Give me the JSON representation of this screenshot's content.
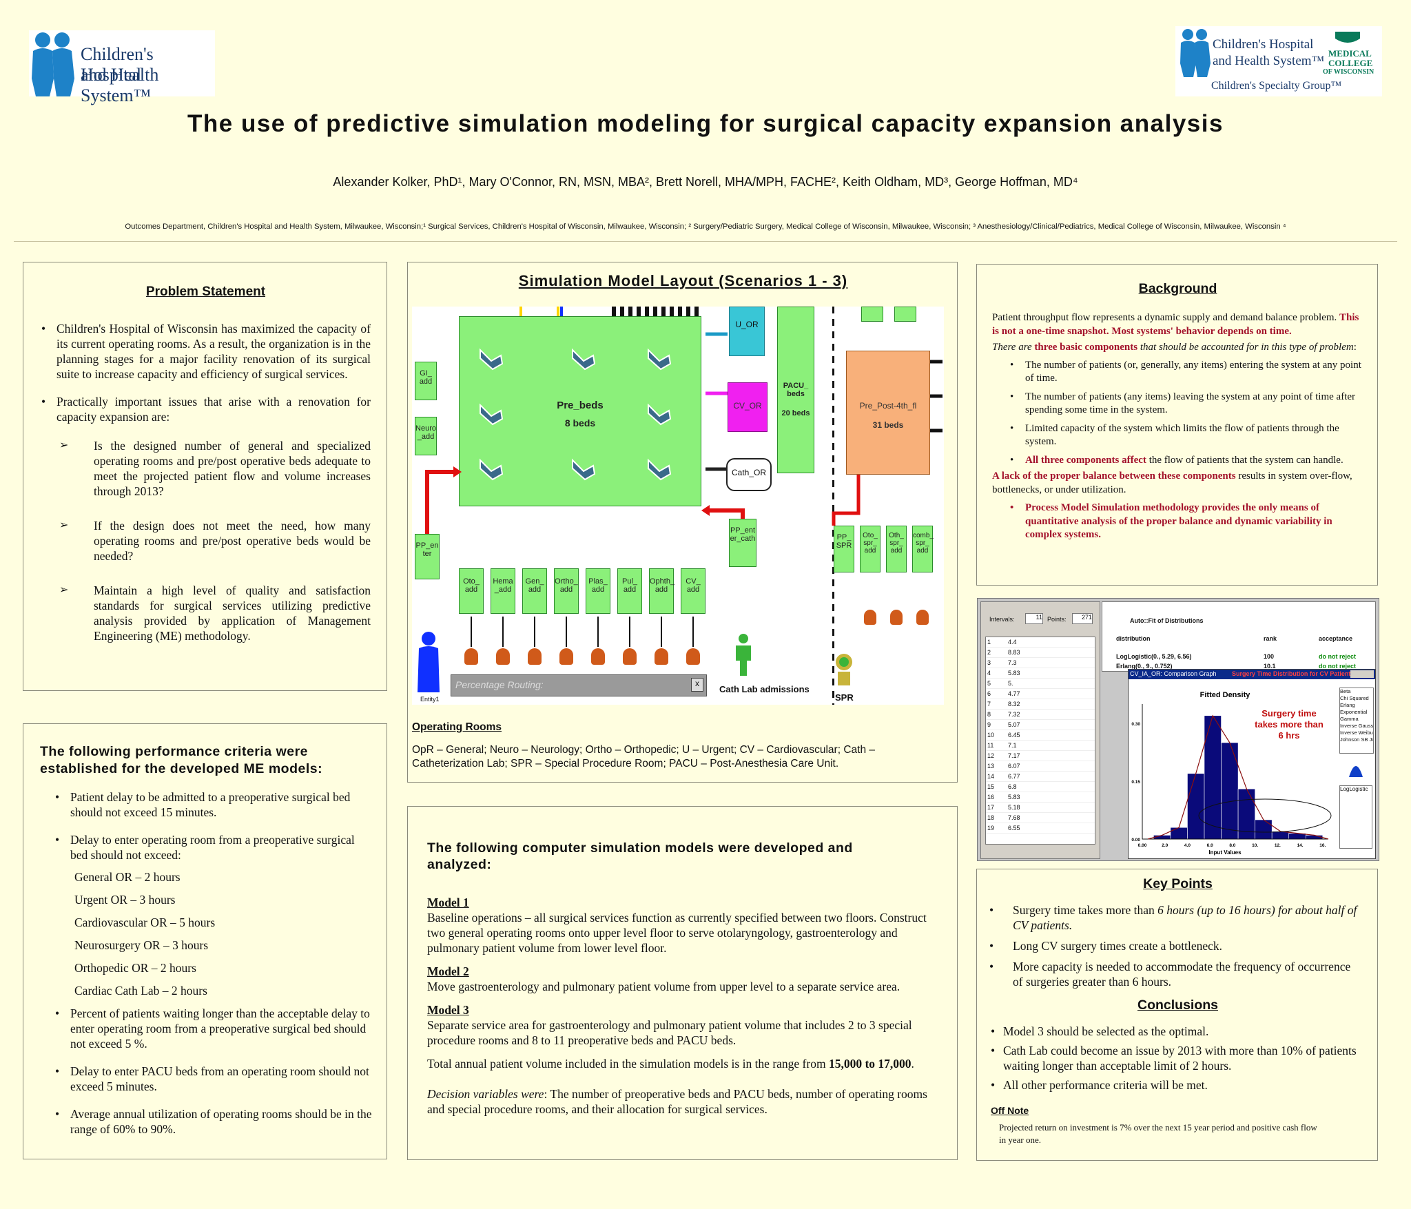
{
  "logo_left": {
    "line1": "Children's Hospital",
    "line2": "and Health System™"
  },
  "logo_right": {
    "line1": "Children's Hospital",
    "line2": "and Health System™",
    "mcw1": "MEDICAL",
    "mcw2": "COLLEGE",
    "mcw3": "OF WISCONSIN",
    "group": "Children's Specialty Group™"
  },
  "title": "The use of predictive simulation modeling for surgical capacity expansion analysis",
  "authors": "Alexander Kolker, PhD¹, Mary O'Connor, RN, MSN, MBA², Brett Norell, MHA/MPH, FACHE², Keith Oldham, MD³, George Hoffman, MD⁴",
  "affiliations": "Outcomes Department, Children's Hospital and Health System, Milwaukee, Wisconsin;¹ Surgical Services, Children's Hospital of Wisconsin, Milwaukee, Wisconsin; ² Surgery/Pediatric Surgery, Medical College of Wisconsin,  Milwaukee, Wisconsin; ³ Anesthesiology/Clinical/Pediatrics, Medical College of Wisconsin, Milwaukee, Wisconsin ⁴",
  "problem": {
    "heading": "Problem Statement",
    "b1": "Children's Hospital of Wisconsin has maximized the capacity of its current operating rooms. As a result, the organization is in the planning stages for a major facility renovation of its surgical suite to increase capacity and efficiency of surgical services.",
    "b2": "Practically important issues that arise with a renovation for capacity expansion are:",
    "s1": "Is the designed number of general and specialized operating rooms and pre/post operative beds adequate to meet the projected patient flow and volume increases through 2013?",
    "s2": "If the design does not meet the need, how many operating rooms and pre/post operative beds would be needed?",
    "s3": "Maintain a high level of quality and satisfaction standards for surgical services utilizing predictive analysis provided by application of Management Engineering (ME) methodology."
  },
  "criteria": {
    "heading": "The following performance criteria were established for the developed ME models:",
    "c1": "Patient delay to be admitted to a preoperative surgical bed should not exceed 15 minutes.",
    "c2": "Delay to enter operating room from a preoperative surgical bed should not exceed:",
    "limits": [
      "General OR – 2 hours",
      "Urgent OR – 3 hours",
      "Cardiovascular OR – 5 hours",
      "Neurosurgery OR – 3 hours",
      "Orthopedic OR – 2 hours",
      "Cardiac Cath Lab – 2 hours"
    ],
    "c3": "Percent of patients waiting longer than the acceptable delay to enter operating room from a preoperative surgical bed should not exceed 5 %.",
    "c4": "Delay to enter PACU beds from an operating room should not exceed 5 minutes.",
    "c5": "Average annual utilization of operating rooms should be in the range of 60% to 90%."
  },
  "layout": {
    "heading": "Simulation Model Layout (Scenarios 1 - 3)",
    "pre_beds": "Pre_beds",
    "pre_beds_n": "8 beds",
    "u_or": "U_OR",
    "cv_or": "CV_OR",
    "cath_or": "Cath_OR",
    "pacu": "PACU_ beds",
    "pacu_n": "20 beds",
    "prepost": "Pre_Post-4th_fl",
    "prepost_n": "31 beds",
    "gi": "GI_ add",
    "neuro": "Neuro _add",
    "pp_enter": "PP_en ter",
    "pp_cath": "PP_ent er_cath",
    "pp_spr": "PP_ SPR",
    "adds": [
      "Oto_ add",
      "Hema _add",
      "Gen_ add",
      "Ortho_ add",
      "Plas_ add",
      "Pul_ add",
      "Ophth_ add",
      "CV_ add"
    ],
    "adds_right": [
      "Oto_ spr_ add",
      "Oth_ spr_ add",
      "comb_ spr_ add"
    ],
    "routing": "Percentage Routing:",
    "routing_close": "x",
    "entity": "Entity1",
    "cath_adm": "Cath Lab admissions",
    "spr": "SPR",
    "or_label": "Operating Rooms",
    "or_legend": "OpR – General; Neuro – Neurology; Ortho – Orthopedic; U – Urgent; CV – Cardiovascular; Cath – Catheterization Lab; SPR – Special Procedure Room; PACU – Post-Anesthesia Care Unit."
  },
  "models": {
    "heading": "The following computer simulation models were developed and analyzed:",
    "m1t": "Model 1",
    "m1": "Baseline operations – all surgical services function as currently specified between two floors.  Construct two general operating rooms onto upper level floor to serve otolaryngology, gastroenterology and pulmonary patient volume from lower level floor.",
    "m2t": "Model 2",
    "m2": "Move gastroenterology and pulmonary patient volume from upper level to a separate service area.",
    "m3t": "Model 3",
    "m3": "Separate service area for gastroenterology and pulmonary patient volume that includes 2 to 3 special procedure rooms and 8 to 11 preoperative beds and PACU beds.",
    "total_pre": "Total annual patient volume included in the simulation models is in the range from",
    "total_val": "15,000 to 17,000",
    "total_end": ".",
    "dv_label": "Decision variables were",
    "dv": ":  The number of preoperative beds and PACU beds, number of operating rooms and special procedure rooms, and their allocation for surgical services."
  },
  "background": {
    "heading": "Background",
    "p1a": "Patient throughput flow represents a dynamic supply and demand balance problem. ",
    "p1b": "This is not a one-time snapshot. Most systems' behavior depends on time.",
    "p2a": "There are ",
    "p2b": "three basic components",
    "p2c": " that should be accounted for in this type of problem",
    "p2d": ":",
    "b1": "The number of patients (or, generally, any items) entering the system at any point of time.",
    "b2": "The number of patients (any items) leaving the system at any point of time after spending some time in the system.",
    "b3": "Limited capacity of the system which limits the flow of patients through the system.",
    "b4a": "All three components affect",
    "b4b": " the flow of patients that the system can handle.",
    "p3a": "A lack of the proper balance between these components",
    "p3b": " results in system over-flow, bottlenecks, or under utilization.",
    "b5": "Process Model Simulation methodology provides the only means of quantitative analysis of the proper balance and dynamic variability in complex systems."
  },
  "stat": {
    "intervals_label": "Intervals:",
    "intervals": "11",
    "points_label": "Points:",
    "points": "271",
    "auto": "Auto::Fit of Distributions",
    "col1": "distribution",
    "col2": "rank",
    "col3": "acceptance",
    "r1": [
      "LogLogistic(0., 5.29, 6.56)",
      "100",
      "do not reject"
    ],
    "r2": [
      "Erlang(0., 9., 0.752)",
      "10.1",
      "do not reject"
    ],
    "list_idx": [
      "1",
      "2",
      "3",
      "4",
      "5",
      "6",
      "7",
      "8",
      "9",
      "10",
      "11",
      "12",
      "13",
      "14",
      "15",
      "16",
      "17",
      "18",
      "19"
    ],
    "list_val": [
      "4.4",
      "8.83",
      "7.3",
      "5.83",
      "5.",
      "4.77",
      "8.32",
      "7.32",
      "5.07",
      "6.45",
      "7.1",
      "7.17",
      "6.07",
      "6.77",
      "6.8",
      "5.83",
      "5.18",
      "7.68",
      "6.55"
    ],
    "graph_tab": "CV_IA_OR: Comparison Graph",
    "graph_tab2": "Surgery Time Distribution for CV Patients",
    "graph_title": "Fitted Density",
    "annot": "Surgery time takes more than 6 hrs",
    "dists": [
      "Beta",
      "Chi Squared",
      "Erlang",
      "Exponential",
      "Gamma",
      "Inverse Gaussian",
      "Inverse Weibull",
      "Johnson SB Joo Lf"
    ],
    "sel": "LogLogistic"
  },
  "chart_data": {
    "type": "bar",
    "title": "Fitted Density",
    "xlabel": "Input Values",
    "ylabel": "",
    "x_ticks": [
      "0.00",
      "2.0",
      "4.0",
      "6.0",
      "8.0",
      "10.",
      "12.",
      "14.",
      "16."
    ],
    "y_ticks": [
      "0.00",
      "0.15",
      "0.30"
    ],
    "bin_edges": [
      1.0,
      2.5,
      4.0,
      5.5,
      7.0,
      8.5,
      10.0,
      11.5,
      13.0,
      14.5,
      16.0
    ],
    "values": [
      0.01,
      0.03,
      0.17,
      0.32,
      0.25,
      0.13,
      0.05,
      0.02,
      0.015,
      0.01
    ],
    "ylim": [
      0,
      0.35
    ],
    "xlim": [
      0,
      16.5
    ],
    "fitted_curve": "LogLogistic",
    "bar_color": "#0a0a7a",
    "curve_color": "#8a1010"
  },
  "key": {
    "heading": "Key Points",
    "k1a": "Surgery time takes more than ",
    "k1b": "6 hours (up to 16 hours) for about half of CV patients.",
    "k2": "Long CV surgery times create a bottleneck.",
    "k3": "More capacity is needed to accommodate the frequency of occurrence of surgeries greater than 6 hours."
  },
  "conclusions": {
    "heading": "Conclusions",
    "c1": "Model  3 should be selected as the optimal.",
    "c2": "Cath Lab could become an issue by 2013 with more than 10% of patients waiting longer than acceptable limit of 2 hours.",
    "c3": "All other performance criteria will be met.",
    "off_h": "Off Note",
    "off": "Projected return on investment is 7% over the next 15 year period and positive cash flow in year one."
  }
}
